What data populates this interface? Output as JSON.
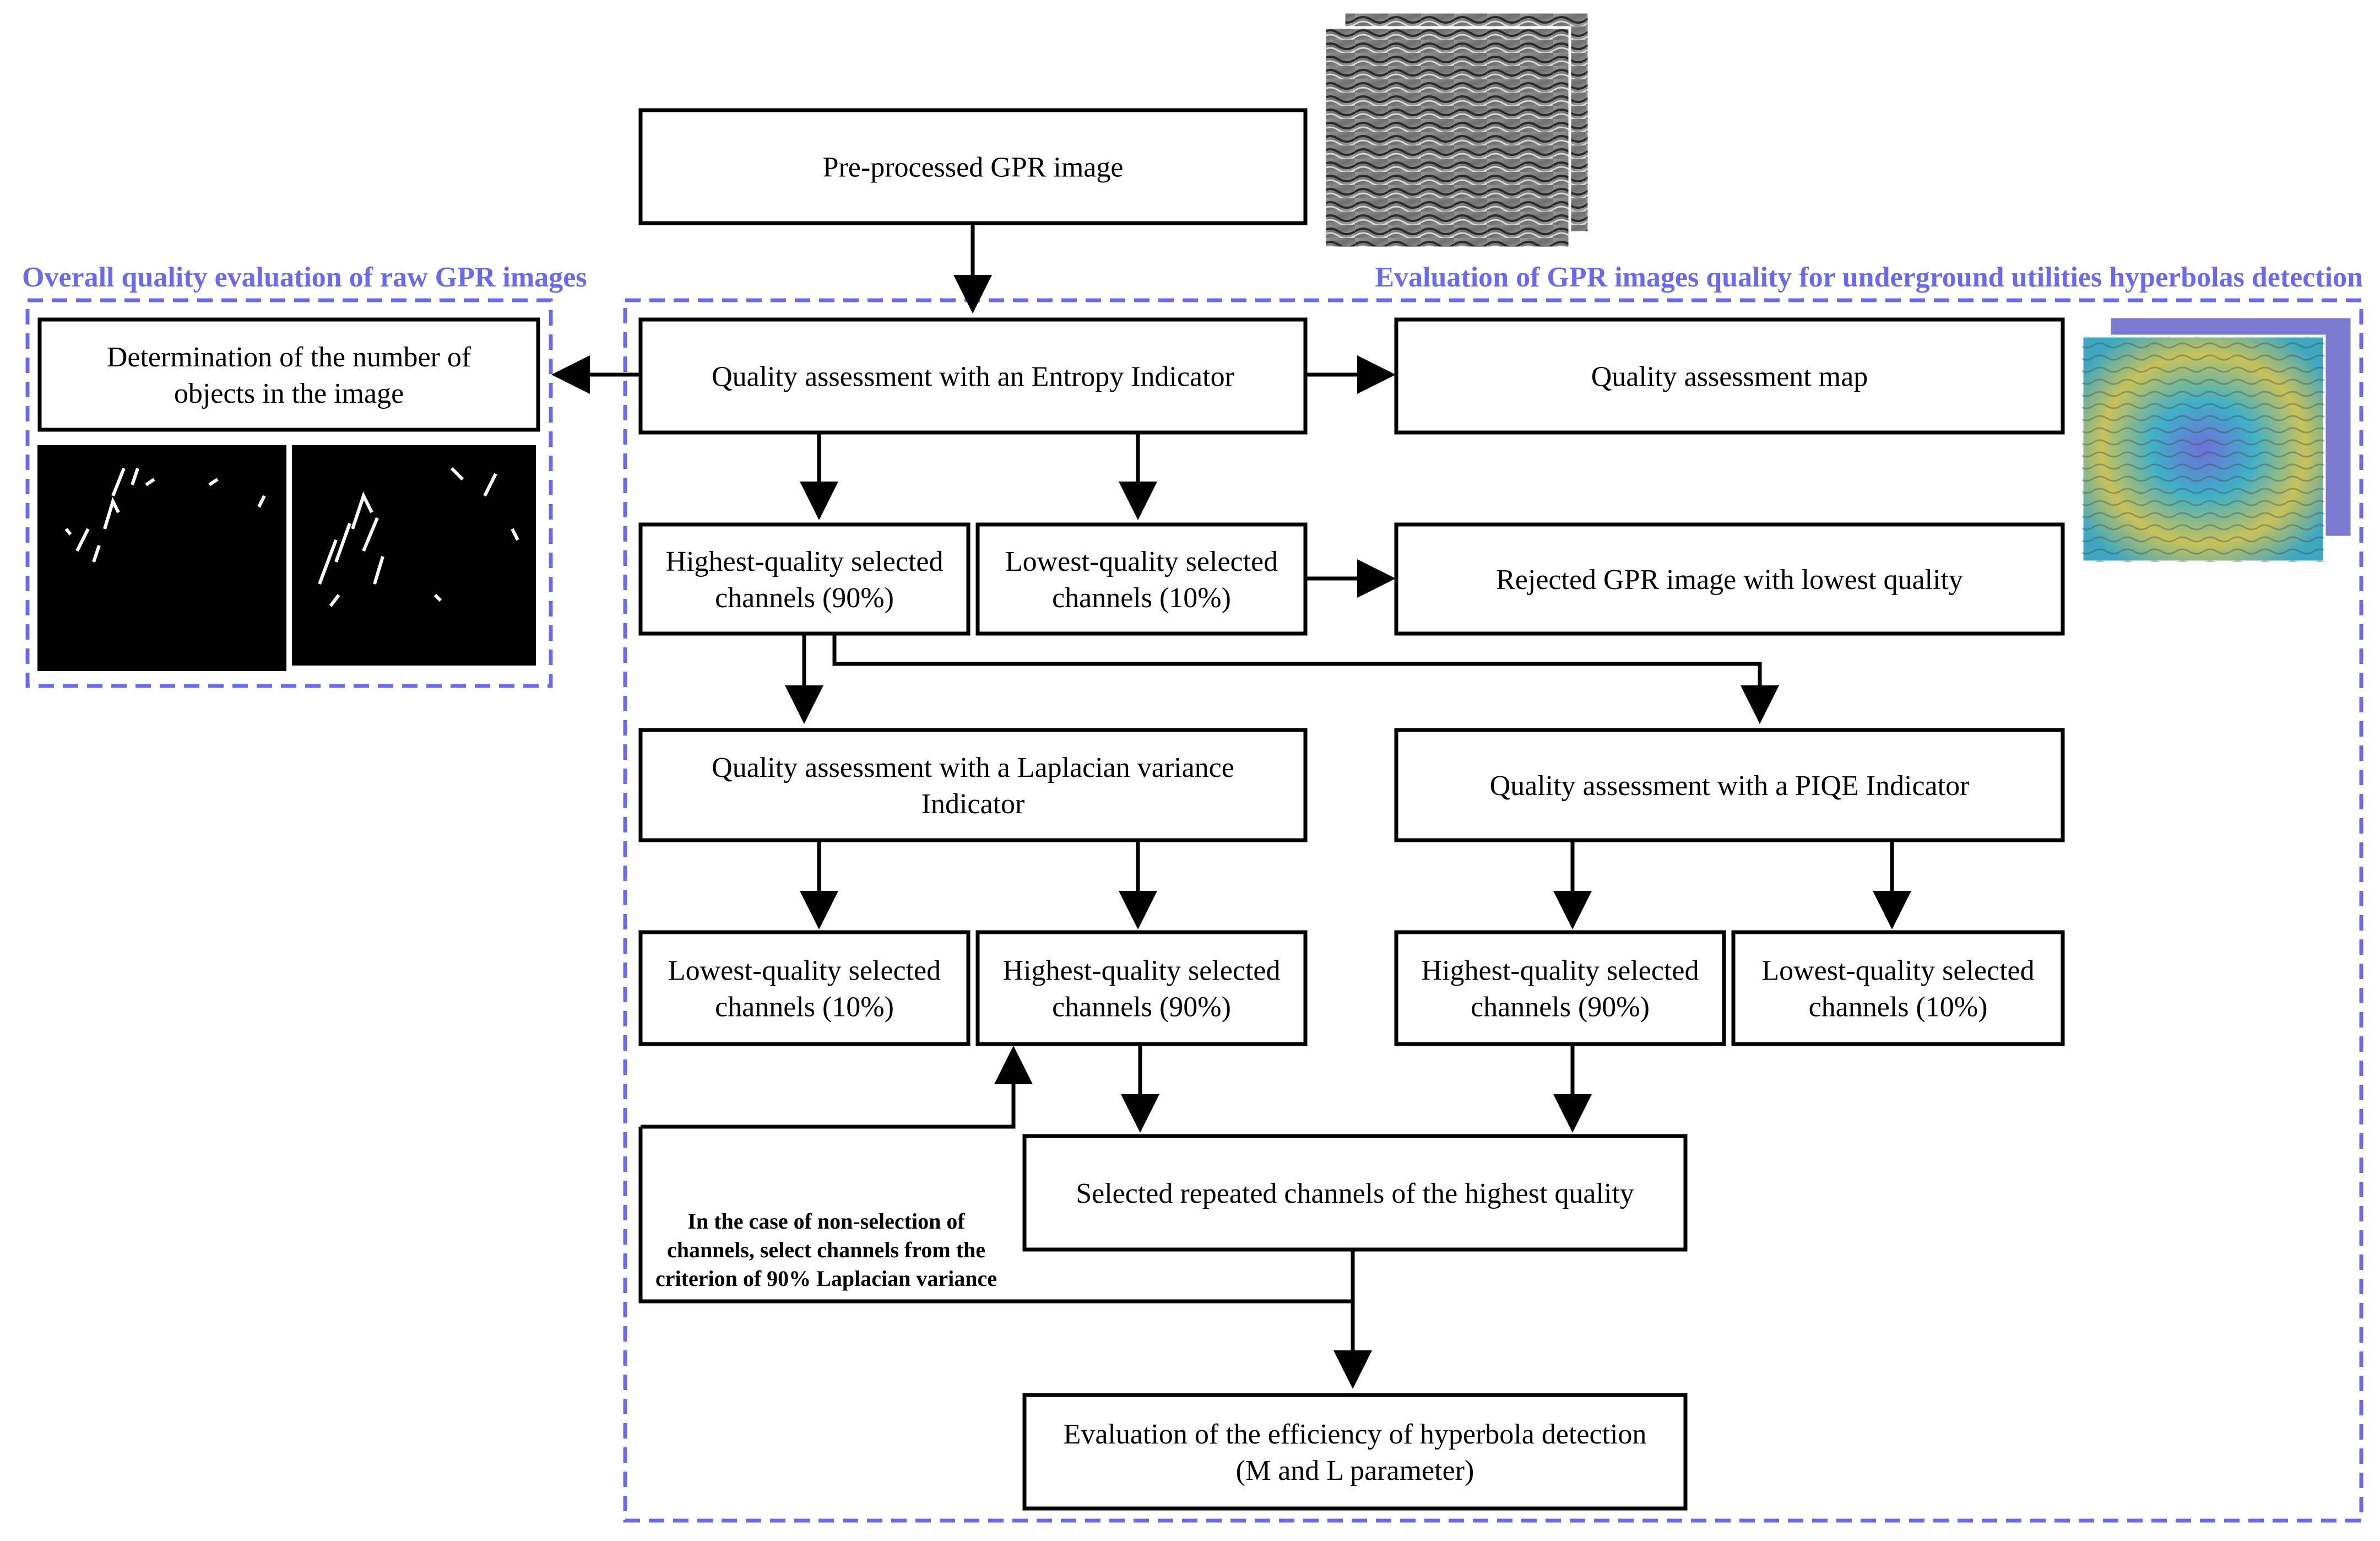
{
  "colors": {
    "group_accent": "#6b6bea",
    "box_stroke": "#000000",
    "text": "#000000",
    "thumb_black": "#000000"
  },
  "groups": {
    "left_title": "Overall quality evaluation of raw GPR images",
    "right_title": "Evaluation of GPR images quality for underground utilities hyperbolas detection"
  },
  "boxes": {
    "preprocessed": [
      "Pre-processed GPR image"
    ],
    "entropy": [
      "Quality assessment with an Entropy Indicator"
    ],
    "determination": [
      "Determination of the number of",
      "objects in the image"
    ],
    "qa_map": [
      "Quality assessment map"
    ],
    "entropy_high": [
      "Highest-quality selected",
      "channels (90%)"
    ],
    "entropy_low": [
      "Lowest-quality selected",
      "channels (10%)"
    ],
    "rejected": [
      "Rejected GPR image with lowest quality"
    ],
    "laplacian": [
      "Quality assessment with a Laplacian variance",
      "Indicator"
    ],
    "piqe": [
      "Quality assessment with a PIQE Indicator"
    ],
    "lap_low": [
      "Lowest-quality selected",
      "channels (10%)"
    ],
    "lap_high": [
      "Highest-quality selected",
      "channels (90%)"
    ],
    "piqe_high": [
      "Highest-quality selected",
      "channels (90%)"
    ],
    "piqe_low": [
      "Lowest-quality selected",
      "channels (10%)"
    ],
    "repeated": [
      "Selected repeated channels of the highest quality"
    ],
    "efficiency": [
      "Evaluation of the efficiency of hyperbola detection",
      "(M and L parameter)"
    ]
  },
  "note": [
    "In the case of non-selection of",
    "channels, select channels from the",
    "criterion of 90% Laplacian variance"
  ]
}
